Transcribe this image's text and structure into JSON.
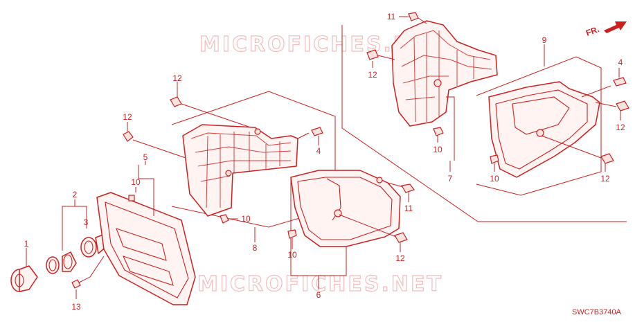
{
  "watermarks": [
    "MICROFICHES.NET",
    "MICROFICHES.NET"
  ],
  "diagram_code": "SWC7B3740A",
  "front_indicator": "FR.",
  "callouts": {
    "c1": "1",
    "c2": "2",
    "c3": "3",
    "c4a": "4",
    "c4b": "4",
    "c5": "5",
    "c6": "6",
    "c7": "7",
    "c8": "8",
    "c9": "9",
    "c10a": "10",
    "c10b": "10",
    "c10c": "10",
    "c10d": "10",
    "c10e": "10",
    "c11a": "11",
    "c11b": "11",
    "c12a": "12",
    "c12b": "12",
    "c12c": "12",
    "c12d": "12",
    "c12e": "12",
    "c12f": "12",
    "c13": "13"
  }
}
